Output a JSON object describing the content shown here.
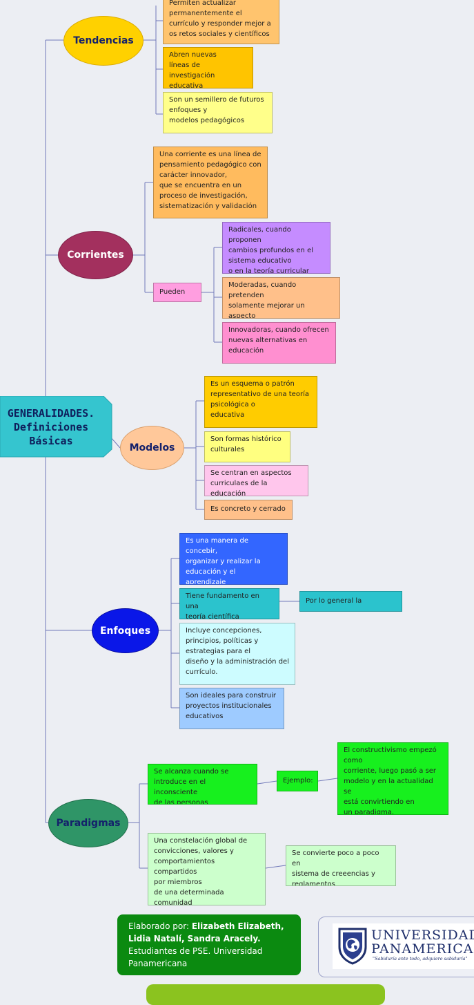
{
  "root": {
    "line1": "GENERALIDADES.",
    "line2": "Definiciones",
    "line3": "Básicas"
  },
  "tendencias": {
    "label": "Tendencias",
    "items": [
      "Permiten actualizar\npermanentemente el\ncurrículo y responder mejor a\nos retos sociales y científicos",
      "Abren nuevas\nlíneas de investigación\neducativa",
      "Son un semillero de futuros\nenfoques y\nmodelos pedagógicos"
    ]
  },
  "corrientes": {
    "label": "Corrientes",
    "definition": "Una corriente es una línea de\npensamiento pedagógico con\ncarácter innovador,\nque se encuentra en un\nproceso de investigación,\nsistematización y validación",
    "pueden_ser": "Pueden ser",
    "types": [
      "Radicales, cuando proponen\ncambios profundos en el\nsistema educativo\no en la teoría curricular",
      "Moderadas, cuando pretenden\nsolamente mejorar un aspecto\nparticular",
      "Innovadoras, cuando ofrecen\nnuevas alternativas en\neducación"
    ]
  },
  "modelos": {
    "label": "Modelos",
    "items": [
      "Es un esquema o patrón\nrepresentativo de una teoría\npsicológica o\neducativa",
      "Son formas histórico\nculturales",
      "Se centran en aspectos\ncurriculaes de la educación",
      "Es concreto y cerrado"
    ]
  },
  "enfoques": {
    "label": "Enfoques",
    "items": [
      "Es una manera de concebir,\norganizar y realizar la\neducación y el\naprendizaje",
      "Tiene fundamento en una\nteoría científica",
      "Incluye concepciones,\nprincipios, políticas y\nestrategias para el\ndiseño y la administración del\ncurrículo.",
      "Son ideales para construir\nproyectos institucionales\neducativos"
    ],
    "psicologia": "Por lo general la psicología"
  },
  "paradigmas": {
    "label": "Paradigmas",
    "inconsciente": "Se alcanza cuando se\nintroduce en el inconsciente\nde las personas",
    "ejemplo": "Ejemplo:",
    "constructivismo": "El constructivismo empezó\ncomo\ncorriente, luego pasó a ser\nmodelo y en la actualidad se\nestá convirtiendo en\nun paradigma.",
    "constelacion": "Una constelación global de\nconvicciones, valores y\ncomportamientos compartidos\npor miembros\nde una determinada\ncomunidad",
    "creencias": "Se convierte poco a poco en\nsistema de creeencias y\nreglamentos"
  },
  "credits": {
    "prefix": "Elaborado por:",
    "authors_line1": "Elizabeth Elizabeth,",
    "authors_line2": "Lidia Natalí,  Sandra Aracely.",
    "suffix_line1": "Estudiantes de PSE. Universidad",
    "suffix_line2": "Panamericana"
  },
  "logo": {
    "name_line1": "UNIVERSIDAD",
    "name_line2": "PANAMERICANA",
    "tagline": "\"Sabiduría ante todo, adquiere sabiduría\""
  },
  "colors": {
    "background": "#eceef3",
    "connector": "#7078b8",
    "tendencias": "#ffd100",
    "corrientes": "#a3305e",
    "modelos": "#ffc89a",
    "enfoques": "#0a17e8",
    "paradigmas": "#2f9567",
    "root": "#35c5cf"
  },
  "icons": {
    "logo": "university-crest-icon"
  }
}
